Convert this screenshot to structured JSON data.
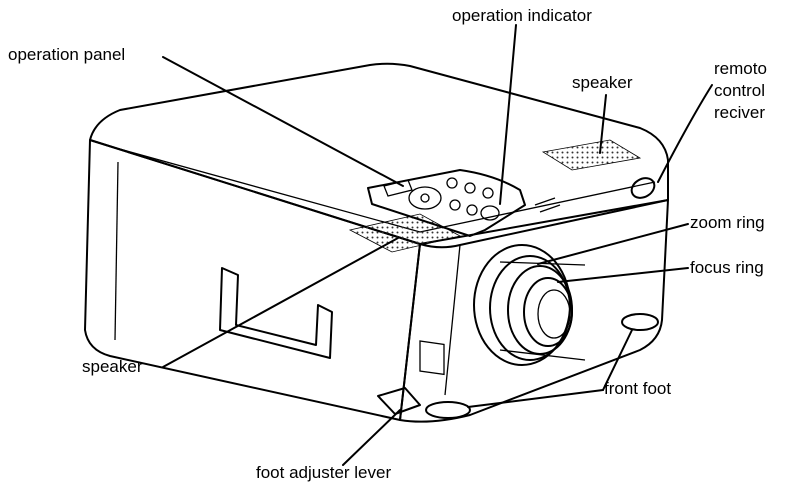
{
  "labels": {
    "operation_indicator": "operation indicator",
    "operation_panel": "operation panel",
    "speaker_top": "speaker",
    "remote_line1": "remoto",
    "remote_line2": "control",
    "remote_line3": "reciver",
    "zoom_ring": "zoom ring",
    "focus_ring": "focus ring",
    "speaker_left": "speaker",
    "front_foot": "front foot",
    "foot_adjuster_lever": "foot adjuster lever"
  }
}
